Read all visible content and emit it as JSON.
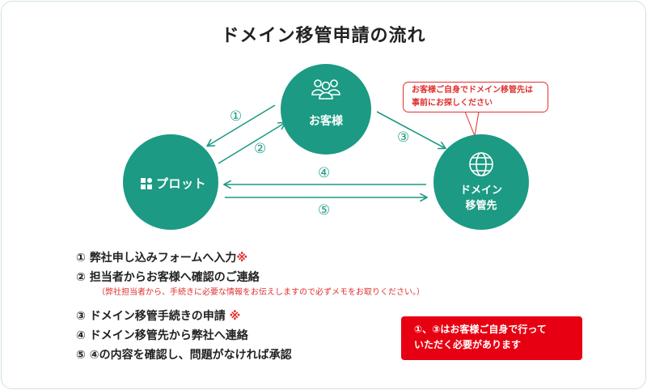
{
  "title": "ドメイン移管申請の流れ",
  "nodes": {
    "customer": {
      "label": "お客様",
      "icon": "people-icon"
    },
    "plott": {
      "logo_text": "プロット",
      "logo_mark": "plott-logo-mark"
    },
    "destination": {
      "line1": "ドメイン",
      "line2": "移管先",
      "icon": "globe-icon"
    }
  },
  "arrow_numbers": {
    "n1": "①",
    "n2": "②",
    "n3": "③",
    "n4": "④",
    "n5": "⑤"
  },
  "callout": {
    "line1": "お客様ご自身でドメイン移管先は",
    "line2": "事前にお探しください"
  },
  "steps": [
    {
      "num": "①",
      "text": "弊社申し込みフォームへ入力",
      "mark": "※"
    },
    {
      "num": "②",
      "text": "担当者からお客様へ確認のご連絡",
      "mark": ""
    },
    {
      "num": "③",
      "text": "ドメイン移管手続きの申請",
      "mark": "※"
    },
    {
      "num": "④",
      "text": "ドメイン移管先から弊社へ連絡",
      "mark": ""
    },
    {
      "num": "⑤",
      "text": "④の内容を確認し、問題がなければ承認",
      "mark": ""
    }
  ],
  "step2_note": "（弊社担当者から、手続きに必要な情報をお伝えしますので必ずメモをお取りください。）",
  "notice": {
    "line1": "①、③はお客様ご自身で行って",
    "line2": "いただく必要があります"
  },
  "colors": {
    "teal": "#1c9a83",
    "red": "#e60012",
    "callout_red": "#e03030"
  }
}
